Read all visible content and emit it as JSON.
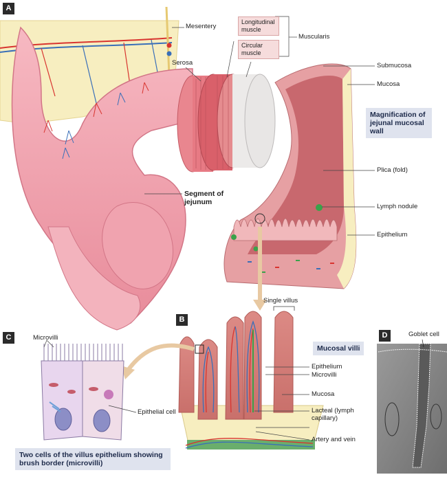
{
  "panels": {
    "a": "A",
    "b": "B",
    "c": "C",
    "d": "D"
  },
  "labels": {
    "mesentery": "Mesentery",
    "longitudinal_muscle": "Longitudinal muscle",
    "circular_muscle": "Circular muscle",
    "muscularis": "Muscularis",
    "serosa": "Serosa",
    "submucosa": "Submucosa",
    "mucosa": "Mucosa",
    "magnification": "Magnification of jejunal mucosal wall",
    "plica": "Plica (fold)",
    "lymph_nodule": "Lymph nodule",
    "epithelium": "Epithelium",
    "segment": "Segment of jejunum",
    "single_villus": "Single villus",
    "microvilli_c": "Microvilli",
    "epithelial_cell": "Epithelial cell",
    "caption_c": "Two cells of the villus epithelium showing brush border (microvilli)",
    "mucosal_villi": "Mucosal villi",
    "epithelium_b": "Epithelium",
    "microvilli_b": "Microvilli",
    "mucosa_b": "Mucosa",
    "lacteal": "Lacteal (lymph capillary)",
    "artery_vein": "Artery and vein",
    "goblet_cell": "Goblet cell"
  },
  "colors": {
    "tissue_pink": "#f2a9b4",
    "muscle_red": "#d9606a",
    "fat_yellow": "#f7eec0",
    "artery": "#d8342f",
    "vein": "#3a6fb8",
    "lymph_green": "#3aa24a",
    "callout_bg": "#dfe3ee"
  }
}
